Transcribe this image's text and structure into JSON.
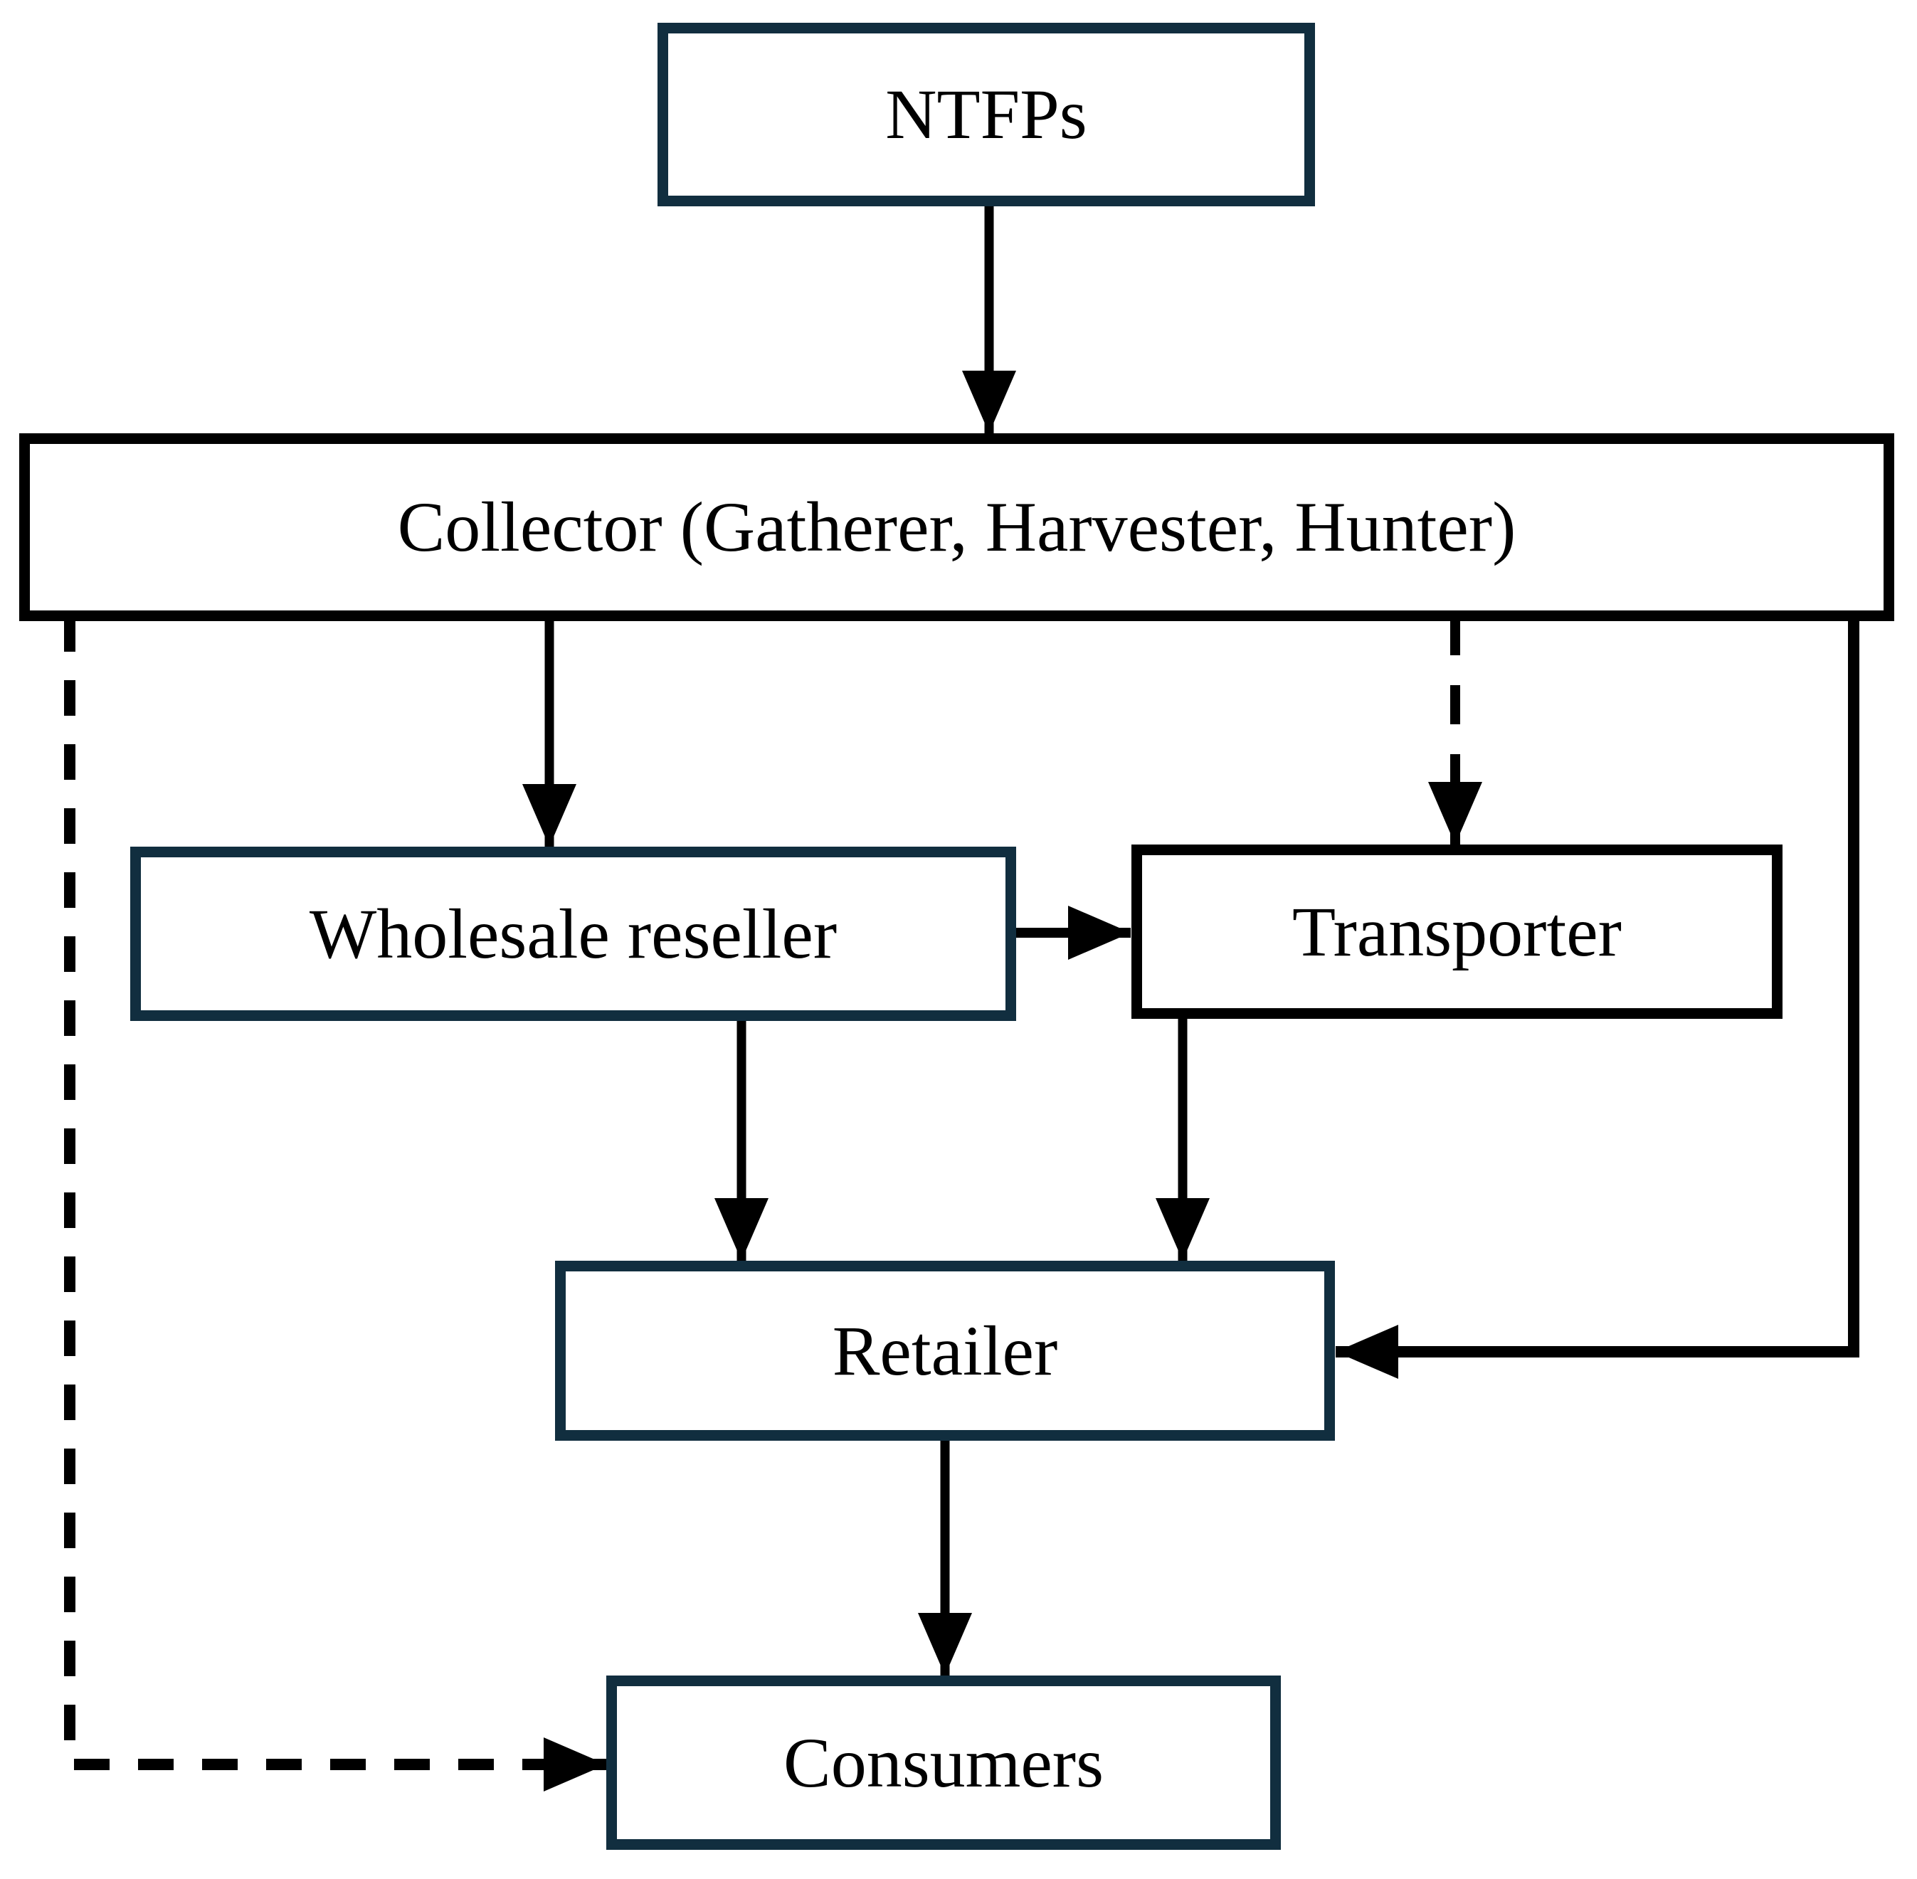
{
  "diagram": {
    "type": "flowchart",
    "nodes": {
      "ntfps": {
        "label": "NTFPs",
        "border": "navy"
      },
      "collector": {
        "label": "Collector (Gatherer, Harvester, Hunter)",
        "border": "black"
      },
      "wholesale": {
        "label": "Wholesale reseller",
        "border": "navy"
      },
      "transporter": {
        "label": "Transporter",
        "border": "black"
      },
      "retailer": {
        "label": "Retailer",
        "border": "navy"
      },
      "consumers": {
        "label": "Consumers",
        "border": "navy"
      }
    },
    "edges": [
      {
        "from": "ntfps",
        "to": "collector",
        "style": "solid"
      },
      {
        "from": "collector",
        "to": "wholesale",
        "style": "solid"
      },
      {
        "from": "collector",
        "to": "transporter",
        "style": "dashed"
      },
      {
        "from": "collector",
        "to": "retailer",
        "style": "solid"
      },
      {
        "from": "collector",
        "to": "consumers",
        "style": "dashed"
      },
      {
        "from": "wholesale",
        "to": "transporter",
        "style": "solid"
      },
      {
        "from": "wholesale",
        "to": "retailer",
        "style": "solid"
      },
      {
        "from": "transporter",
        "to": "retailer",
        "style": "solid"
      },
      {
        "from": "retailer",
        "to": "consumers",
        "style": "solid"
      }
    ],
    "colors": {
      "navy_border": "#112e3f",
      "black_border": "#000000",
      "line": "#000000",
      "text": "#000000",
      "background": "#ffffff"
    }
  }
}
